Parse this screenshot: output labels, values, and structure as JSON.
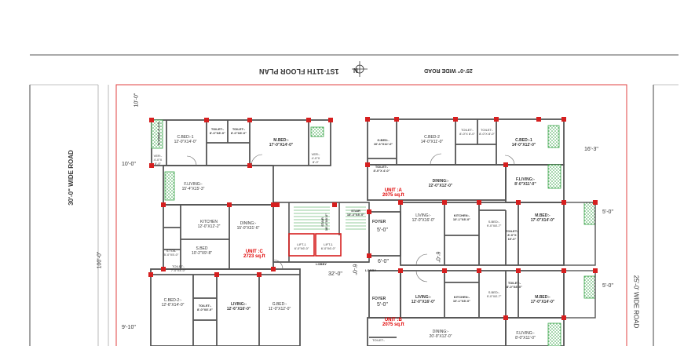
{
  "title": "1ST-11TH FLOOR PLAN",
  "roads": {
    "top": "25'-0\" WIDE ROAD",
    "left": "30'-0\" WIDE ROAD",
    "right": "25'-0' WIDE ROAD"
  },
  "dimensions": {
    "left_total": "100'-0\"",
    "d_top_left": "10'-0\"",
    "d_mid_left": "10'-0\"",
    "d_bottom_left": "9'-10\"",
    "d_right_1": "16'-3\"",
    "d_right_2": "5'-0\"",
    "d_right_3": "5'-0\"",
    "d_center_32": "32'-0\"",
    "d_center_6a": "6'-0\"",
    "d_center_6b": "6'-0\"",
    "d_center_5a": "5'-0\"",
    "d_center_5b": "5'-0\"",
    "d_center_6c": "6'-0\""
  },
  "units": {
    "a": {
      "name": "UNIT :A",
      "area": "2075 sq.ft"
    },
    "b": {
      "name": "UNIT :B",
      "area": "2075 sq.ft"
    },
    "c": {
      "name": "UNIT :C",
      "area": "2723 sq.ft"
    }
  },
  "rooms": {
    "cbed1_left": {
      "name": "C.BED:-1",
      "size": "12'-0\"X14'-0\""
    },
    "toilet_left_1": {
      "name": "TOILET:-",
      "size": "8'-0\"X8'-0\""
    },
    "toilet_left_2": {
      "name": "TOILET:-",
      "size": "8'-0\"X8'-0\""
    },
    "mbed_left": {
      "name": "M.BED:-",
      "size": "17'-0\"X14'-0\""
    },
    "flower_left": {
      "name": "FLOWER",
      "size": "4'-6\"X"
    },
    "ver_left_1": {
      "name": "VER:-",
      "size": "4'-0\"X 8'-0\""
    },
    "ver_left_2": {
      "name": "VER:-",
      "size": "4'-0\"X 8'-0\""
    },
    "fliving_left": {
      "name": "F.LIVING:-",
      "size": "15'-4\"X15'-3\""
    },
    "kitchen_left": {
      "name": "KITCHEN",
      "size": "12'-0\"X12'-2\""
    },
    "dining_left": {
      "name": "DINING:-",
      "size": "15'-0\"X31'-6\""
    },
    "sbed_left": {
      "name": "S.BED",
      "size": "10'-2\"X9'-8\""
    },
    "stoilet_left": {
      "name": "S.TOIL",
      "size": "5'-0\"X5'-0\""
    },
    "toilet_left_3": {
      "name": "TOILET:-",
      "size": "7'-0\"X4'-0\""
    },
    "cbed2_left": {
      "name": "C.BED-2:-",
      "size": "12'-6\"X14'-0\""
    },
    "toilet_left_4": {
      "name": "TOILET:-",
      "size": "8'-0\"X8'-0\""
    },
    "living_left": {
      "name": "LIVING:-",
      "size": "12'-6\"X16'-0\""
    },
    "gbed_left": {
      "name": "G.BED:-",
      "size": "11'-0\"X12'-0\""
    },
    "lift1": {
      "name": "LIFT-1",
      "size": "6'-0\"X6'-0\""
    },
    "lift2": {
      "name": "LIFT-1",
      "size": "6'-0\"X6'-0\""
    },
    "stair1": {
      "name": "STAIR",
      "size": "18'-4\"X8'-0\""
    },
    "stair2": {
      "name": "STAIR",
      "size": "18'-4\"X8'-0\""
    },
    "lobby1": {
      "name": "LOBBY",
      "size": ""
    },
    "lobby2": {
      "name": "LOBBY",
      "size": ""
    },
    "foyer1": {
      "name": "FOYER",
      "size": ""
    },
    "foyer2": {
      "name": "FOYER",
      "size": ""
    },
    "gbed_right": {
      "name": "G.BED:-",
      "size": "10'-6\"X12'-0\""
    },
    "cbed2_right": {
      "name": "C.BED-2",
      "size": "14'-0\"X11'-0\""
    },
    "toilet_right_1": {
      "name": "TOILET:-",
      "size": "8'-0\"X 8'-0\""
    },
    "toilet_right_2": {
      "name": "TOILET:-",
      "size": "8'-0\"X 8'-0\""
    },
    "cbed1_right": {
      "name": "C.BED:-1",
      "size": "14'-0\"X12'-0\""
    },
    "toilet_right_3": {
      "name": "TOILET:-",
      "size": "8'-0\"X 4'-0\""
    },
    "dining_right_a": {
      "name": "DINING:-",
      "size": "22'-0\"X12'-0\""
    },
    "fliving_right": {
      "name": "F.LIVING:-",
      "size": "8'-0\"X11'-0\""
    },
    "living_right_a": {
      "name": "LIVING:-",
      "size": "12'-0\"X16'-0\""
    },
    "kitchen_right_a": {
      "name": "KITCHEN:-",
      "size": "10'-1\"X8'-0\""
    },
    "sbed_right_a": {
      "name": "S.BED:-",
      "size": "9'-0\"X8'-7\""
    },
    "toilet_right_4": {
      "name": "TOILET:-",
      "size": "8'-0\"X 10'-0\""
    },
    "mbed_right_a": {
      "name": "M.BED:-",
      "size": "17'-0\"X14'-0\""
    },
    "living_right_b": {
      "name": "LIVING:-",
      "size": "12'-0\"X16'-0\""
    },
    "kitchen_right_b": {
      "name": "KITCHEN:-",
      "size": "10'-1\"X8'-0\""
    },
    "sbed_right_b": {
      "name": "S.BED:-",
      "size": "9'-0\"X8'-7\""
    },
    "toilet_right_5": {
      "name": "TOILET:-",
      "size": "8'-0\"X8'-0\""
    },
    "mbed_right_b": {
      "name": "M.BED:-",
      "size": "17'-0\"X14'-0\""
    },
    "dining_right_b": {
      "name": "DINING:-",
      "size": "20'-9\"X12'-0\""
    },
    "fliving_right_b": {
      "name": "F.LIVING:-",
      "size": "8'-0\"X11'-0\""
    },
    "toilet_right_6": {
      "name": "TOILET:-",
      "size": ""
    }
  },
  "compass": "N",
  "colors": {
    "wall": "#555555",
    "column": "#d61f1f",
    "boundary": "#e04040",
    "planter": "#3aa64a",
    "unit_label": "#e00000",
    "stair": "#2e9d3e",
    "door": "#3a6ed8"
  }
}
